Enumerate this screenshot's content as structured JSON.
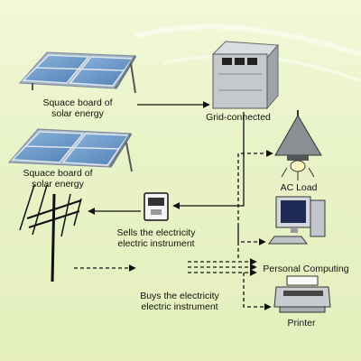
{
  "labels": {
    "panel_top_line1": "Squace board of",
    "panel_top_line2": "solar energy",
    "panel_bottom_line1": "Squace board of",
    "panel_bottom_line2": "solar energy",
    "grid": "Grid-connected",
    "ac_load": "AC Load",
    "sells_line1": "Sells the electricity",
    "sells_line2": "electric instrument",
    "computing": "Personal Computing",
    "buys_line1": "Buys the electricity",
    "buys_line2": "electric instrument",
    "printer": "Printer"
  },
  "colors": {
    "panel_cell": "#6d97c7",
    "panel_frame": "#9fb0c2",
    "cabinet": "#bfc3c8",
    "arrow": "#111111"
  },
  "icons": [
    "solar-panel-icon",
    "cabinet-icon",
    "lamp-icon",
    "meter-icon",
    "computer-icon",
    "printer-icon",
    "utility-pole-icon"
  ]
}
